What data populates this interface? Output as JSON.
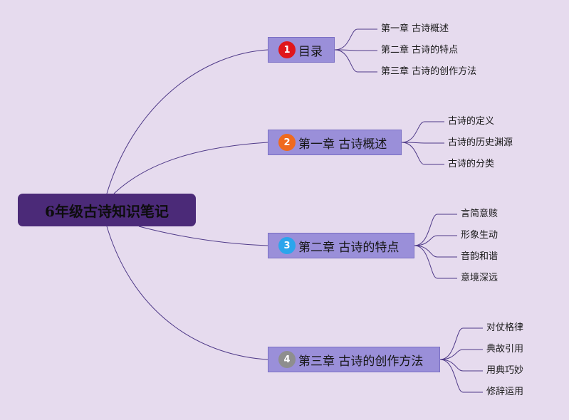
{
  "mindmap": {
    "root": "6年级古诗知识笔记",
    "branches": [
      {
        "number": "1",
        "badge_color": "#e0161c",
        "label": "目录",
        "leaves": [
          "第一章 古诗概述",
          "第二章 古诗的特点",
          "第三章 古诗的创作方法"
        ]
      },
      {
        "number": "2",
        "badge_color": "#ef6a1e",
        "label": "第一章 古诗概述",
        "leaves": [
          "古诗的定义",
          "古诗的历史渊源",
          "古诗的分类"
        ]
      },
      {
        "number": "3",
        "badge_color": "#2ba5ec",
        "label": "第二章 古诗的特点",
        "leaves": [
          "言简意赅",
          "形象生动",
          "音韵和谐",
          "意境深远"
        ]
      },
      {
        "number": "4",
        "badge_color": "#8e8e8e",
        "label": "第三章 古诗的创作方法",
        "leaves": [
          "对仗格律",
          "典故引用",
          "用典巧妙",
          "修辞运用"
        ]
      }
    ],
    "colors": {
      "background": "#e6dbee",
      "root_fill": "#4b2a78",
      "branch_fill": "#9a8fd9",
      "branch_border": "#7a6fc4",
      "connector": "#4f3a88"
    }
  }
}
